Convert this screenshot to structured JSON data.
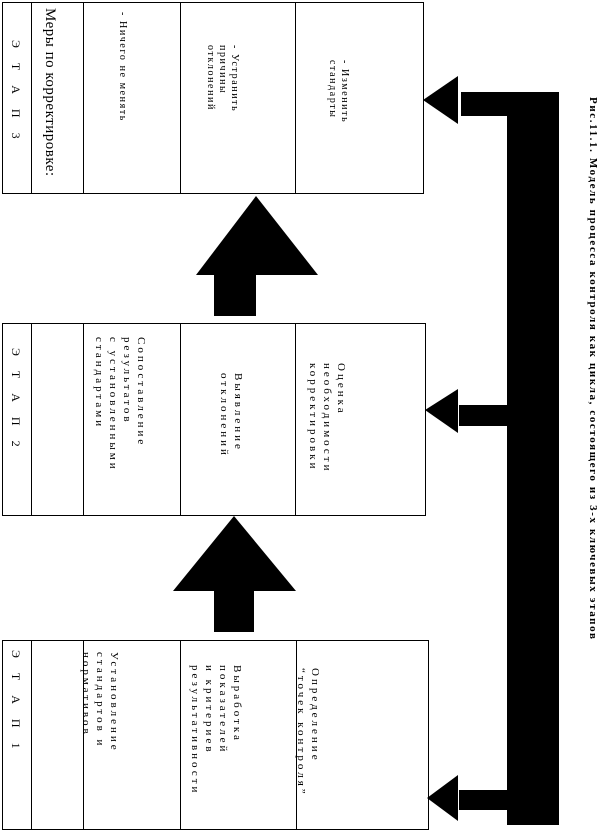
{
  "stages": [
    {
      "title": "Э Т А П  1",
      "items": [
        [
          "Установление",
          "стандартов и",
          "нормативов"
        ],
        [
          "Выработка",
          "показателей",
          "и критериев",
          "результативности"
        ],
        [
          "Определение",
          "“точек контроля”"
        ]
      ]
    },
    {
      "title": "Э Т А П  2",
      "items": [
        [
          "Сопоставление",
          "результатов",
          "с установленными",
          "стандартами"
        ],
        [
          "Выявление",
          "отклонений"
        ],
        [
          "Оценка",
          "необходимости",
          "корректировки"
        ]
      ]
    },
    {
      "title": "Э Т А П  3",
      "subtitle": "Меры по корректировке:",
      "items": [
        [
          "- Ничего не менять"
        ],
        [
          "- Устранить",
          "причины",
          "отклонений"
        ],
        [
          "- Изменить",
          "стандарты"
        ]
      ]
    }
  ],
  "caption": "Рис.11.1. Модель процесса контроля как цикла, состоящего из 3-х ключевых этапов"
}
